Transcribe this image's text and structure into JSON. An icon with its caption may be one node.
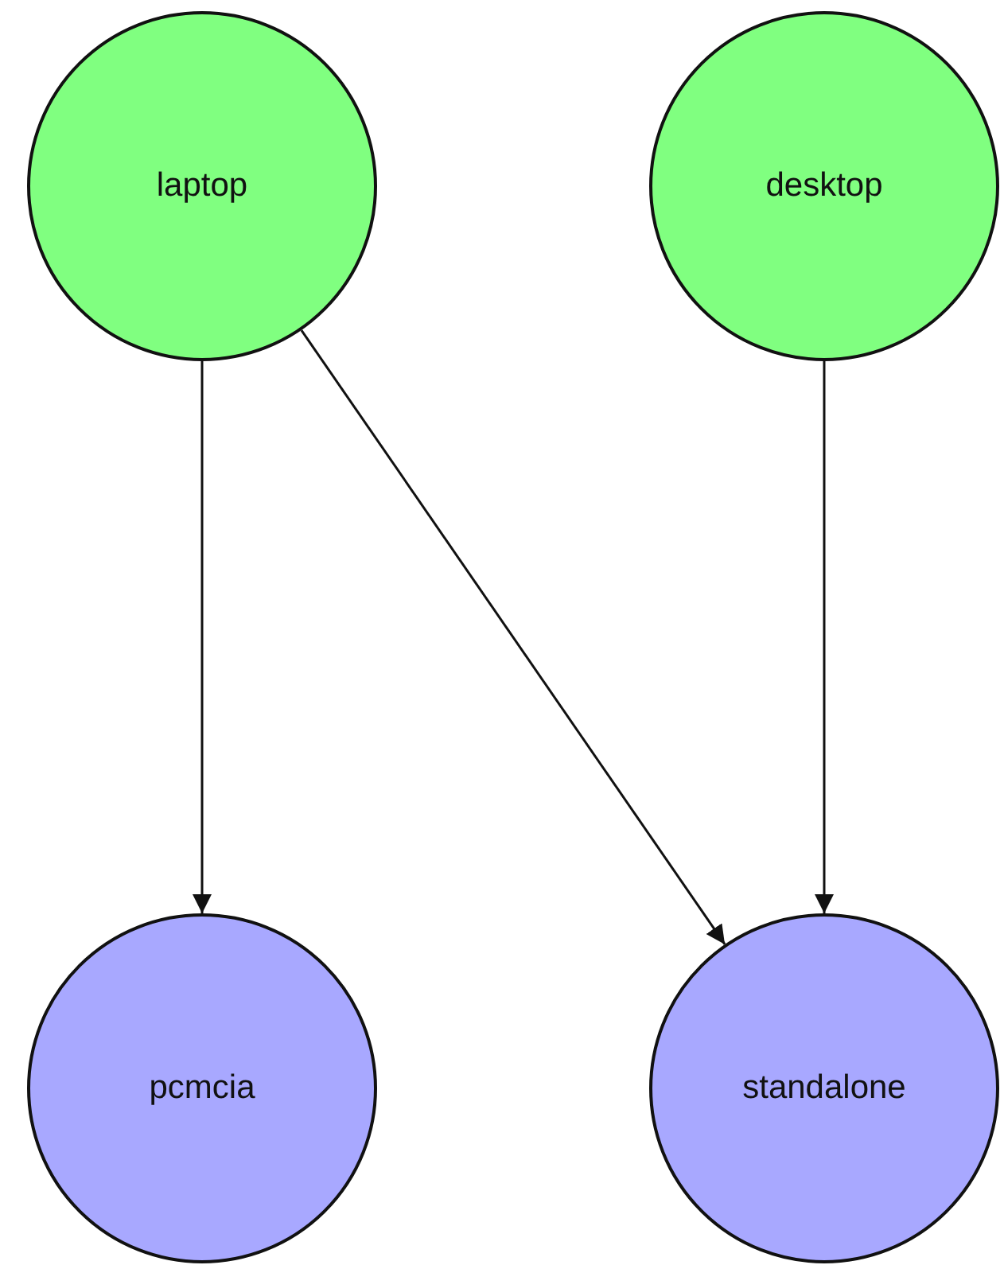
{
  "diagram": {
    "nodes": [
      {
        "text": [
          "laptop"
        ]
      },
      {
        "text": [
          "desktop"
        ]
      },
      {
        "text": [
          "pcmcia"
        ]
      },
      {
        "text": [
          "standalone"
        ]
      }
    ],
    "edges": [
      {
        "from": 0,
        "to": 2,
        "arrow": "to"
      },
      {
        "from": 0,
        "to": 3,
        "arrow": "to"
      },
      {
        "from": 1,
        "to": 3,
        "arrow": "to"
      }
    ]
  }
}
